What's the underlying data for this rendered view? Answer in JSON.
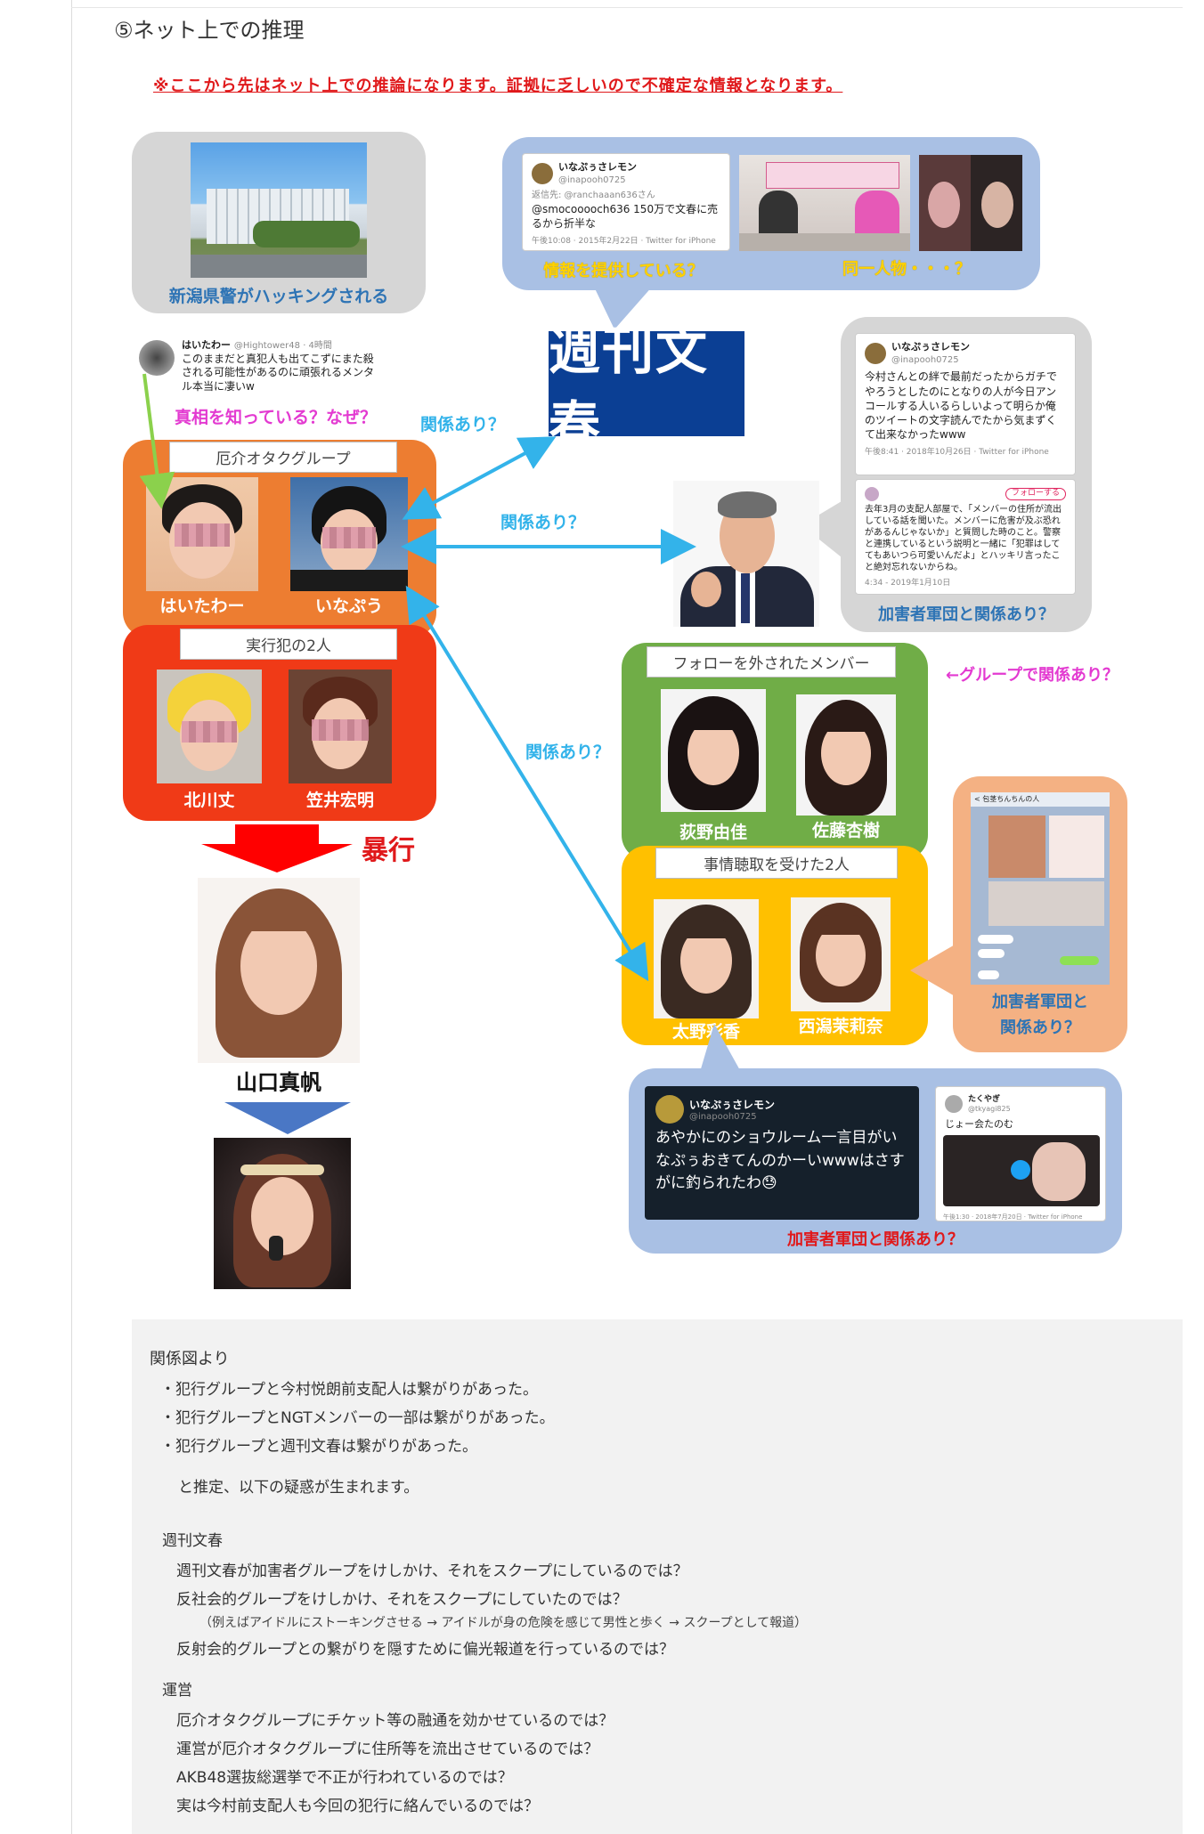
{
  "header": {
    "heading": "⑤ネット上での推理",
    "warning": "※ここから先はネット上での推論になります。証拠に乏しいので不確定な情報となります。"
  },
  "diagram": {
    "police": {
      "caption": "新潟県警がハッキングされる"
    },
    "info_bubble": {
      "tweet_name": "いなぷぅさレモン",
      "tweet_handle": "@inapooh0725",
      "tweet_reply": "返信先: @ranchaaan636さん",
      "tweet_text": "@smocooooch636 150万で文春に売るから折半な",
      "tweet_meta": "午後10:08 · 2015年2月22日 · Twitter for iPhone",
      "caption_left": "情報を提供している？",
      "caption_right": "同一人物・・・？"
    },
    "bunshun_logo": "週刊文春",
    "hightower_tweet": {
      "name": "はいたわー",
      "handle": "@Hightower48 · 4時間",
      "text": "このままだと真犯人も出てこずにまた殺される可能性があるのに頑張れるメンタル本当に凄いw"
    },
    "why_label": "真相を知っている？なぜ？",
    "rel_labels": [
      "関係あり？",
      "関係あり？",
      "関係あり？"
    ],
    "otaku_group": {
      "tag": "厄介オタクグループ",
      "members": [
        "はいたわー",
        "いなぷう"
      ]
    },
    "perpetrators": {
      "tag": "実行犯の2人",
      "members": [
        "北川丈",
        "笠井宏明"
      ]
    },
    "violence_label": "暴行",
    "victim_name": "山口真帆",
    "imamura_bubble": {
      "tweet1_name": "いなぷぅさレモン",
      "tweet1_handle": "@inapooh0725",
      "tweet1_text": "今村さんとの絆で最前だったからガチでやろうとしたのにとなりの人が今日アンコールする人いるらしいよって明らか俺のツイートの文字読んでたから気まずくて出来なかったwww",
      "tweet1_meta": "午後8:41 · 2018年10月26日 · Twitter for iPhone",
      "tweet2_follow": "フォローする",
      "tweet2_text": "去年3月の支配人部屋で、「メンバーの住所が流出している話を聞いた。メンバーに危害が及ぶ恐れがあるんじゃないか」と質問した時のこと。警察と連携しているという説明と一緒に「犯罪はしててもあいつら可愛いんだよ」とハッキリ言ったこと絶対忘れないからね。",
      "tweet2_meta": "4:34 - 2019年1月10日",
      "caption": "加害者軍団と関係あり？"
    },
    "unfollowed_group": {
      "tag": "フォローを外されたメンバー",
      "members": [
        "荻野由佳",
        "佐藤杏樹"
      ],
      "side_label": "←グループで関係あり？"
    },
    "questioned_group": {
      "tag": "事情聴取を受けた2人",
      "members": [
        "太野彩香",
        "西潟茉莉奈"
      ]
    },
    "line_bubble": {
      "chat_title": "< 包茎ちんちんの人",
      "caption": "加害者軍団と\n関係あり？"
    },
    "bottom_bubble": {
      "tweet_name": "いなぷぅさレモン",
      "tweet_handle": "@inapooh0725",
      "tweet_text": "あやかにのショウルーム一言目がいなぷぅおきてんのかーいwwwはさすがに釣られたわ😓",
      "tweet2_name": "たくやぎ",
      "tweet2_handle": "@tkyagi825",
      "tweet2_text": "じょー会たのむ",
      "tweet2_meta": "午後1:30 · 2018年7月20日 · Twitter for iPhone",
      "caption": "加害者軍団と関係あり？"
    }
  },
  "conclusions": {
    "intro": "関係図より",
    "bullets": [
      "・犯行グループと今村悦朗前支配人は繋がりがあった。",
      "・犯行グループとNGTメンバーの一部は繋がりがあった。",
      "・犯行グループと週刊文春は繋がりがあった。"
    ],
    "summary": "と推定、以下の疑惑が生まれます。",
    "sections": [
      {
        "title": "週刊文春",
        "items": [
          "週刊文春が加害者グループをけしかけ、それをスクープにしているのでは？",
          "反社会的グループをけしかけ、それをスクープにしていたのでは？",
          "反射会的グループとの繋がりを隠すために偏光報道を行っているのでは？"
        ],
        "note": "（例えばアイドルにストーキングさせる → アイドルが身の危険を感じて男性と歩く → スクープとして報道）"
      },
      {
        "title": "運営",
        "items": [
          "厄介オタクグループにチケット等の融通を効かせているのでは？",
          "運営が厄介オタクグループに住所等を流出させているのでは？",
          "AKB48選抜総選挙で不正が行われているのでは？",
          "実は今村前支配人も今回の犯行に絡んでいるのでは？"
        ]
      }
    ]
  }
}
